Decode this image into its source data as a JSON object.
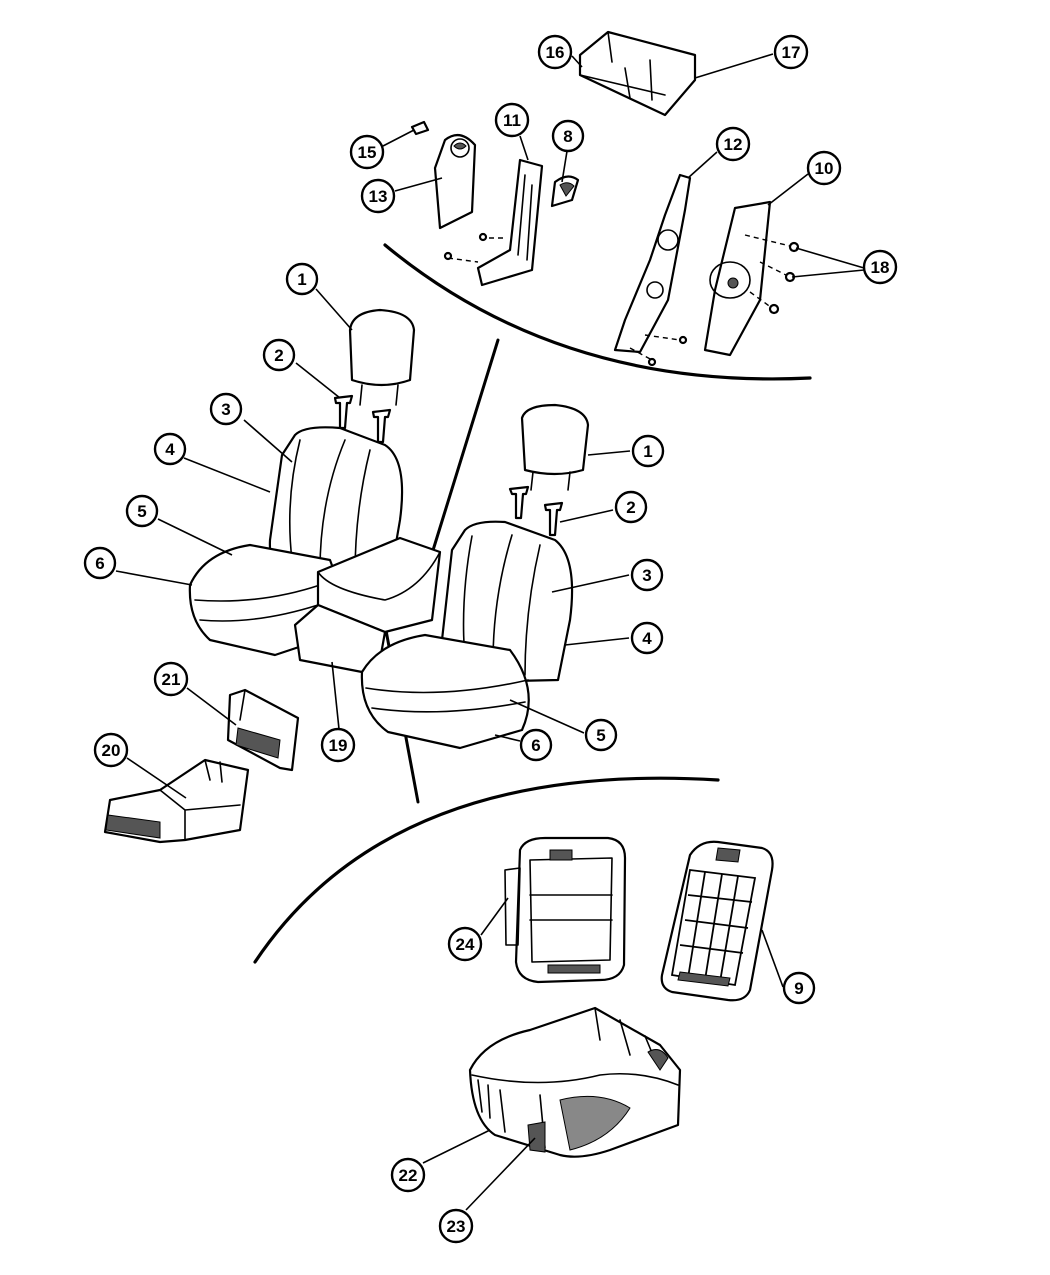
{
  "callouts": [
    {
      "id": "c1a",
      "label": "1"
    },
    {
      "id": "c1b",
      "label": "1"
    },
    {
      "id": "c2a",
      "label": "2"
    },
    {
      "id": "c2b",
      "label": "2"
    },
    {
      "id": "c3a",
      "label": "3"
    },
    {
      "id": "c3b",
      "label": "3"
    },
    {
      "id": "c4a",
      "label": "4"
    },
    {
      "id": "c4b",
      "label": "4"
    },
    {
      "id": "c5a",
      "label": "5"
    },
    {
      "id": "c5b",
      "label": "5"
    },
    {
      "id": "c6a",
      "label": "6"
    },
    {
      "id": "c6b",
      "label": "6"
    },
    {
      "id": "c8",
      "label": "8"
    },
    {
      "id": "c9",
      "label": "9"
    },
    {
      "id": "c10",
      "label": "10"
    },
    {
      "id": "c11",
      "label": "11"
    },
    {
      "id": "c12",
      "label": "12"
    },
    {
      "id": "c13",
      "label": "13"
    },
    {
      "id": "c15",
      "label": "15"
    },
    {
      "id": "c16",
      "label": "16"
    },
    {
      "id": "c17",
      "label": "17"
    },
    {
      "id": "c18",
      "label": "18"
    },
    {
      "id": "c19",
      "label": "19"
    },
    {
      "id": "c20",
      "label": "20"
    },
    {
      "id": "c21",
      "label": "21"
    },
    {
      "id": "c22",
      "label": "22"
    },
    {
      "id": "c23",
      "label": "23"
    },
    {
      "id": "c24",
      "label": "24"
    }
  ]
}
